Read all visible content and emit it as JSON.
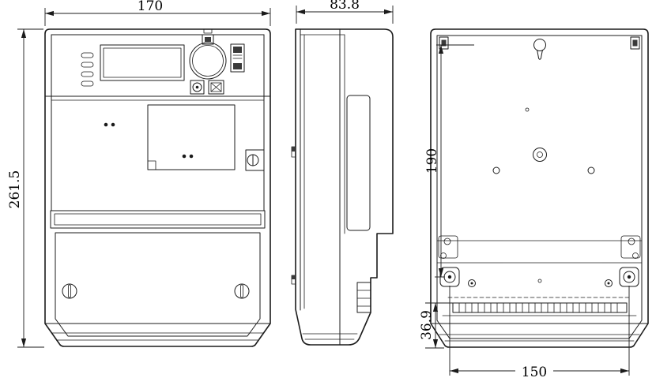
{
  "colors": {
    "line": "#1b1b1b",
    "background": "#ffffff"
  },
  "dimensions": {
    "front_width": "170",
    "side_depth": "83.8",
    "overall_height": "261.5",
    "mounting_hole_vertical": "190",
    "terminal_cover_height": "36.9",
    "mounting_hole_horizontal": "150"
  }
}
